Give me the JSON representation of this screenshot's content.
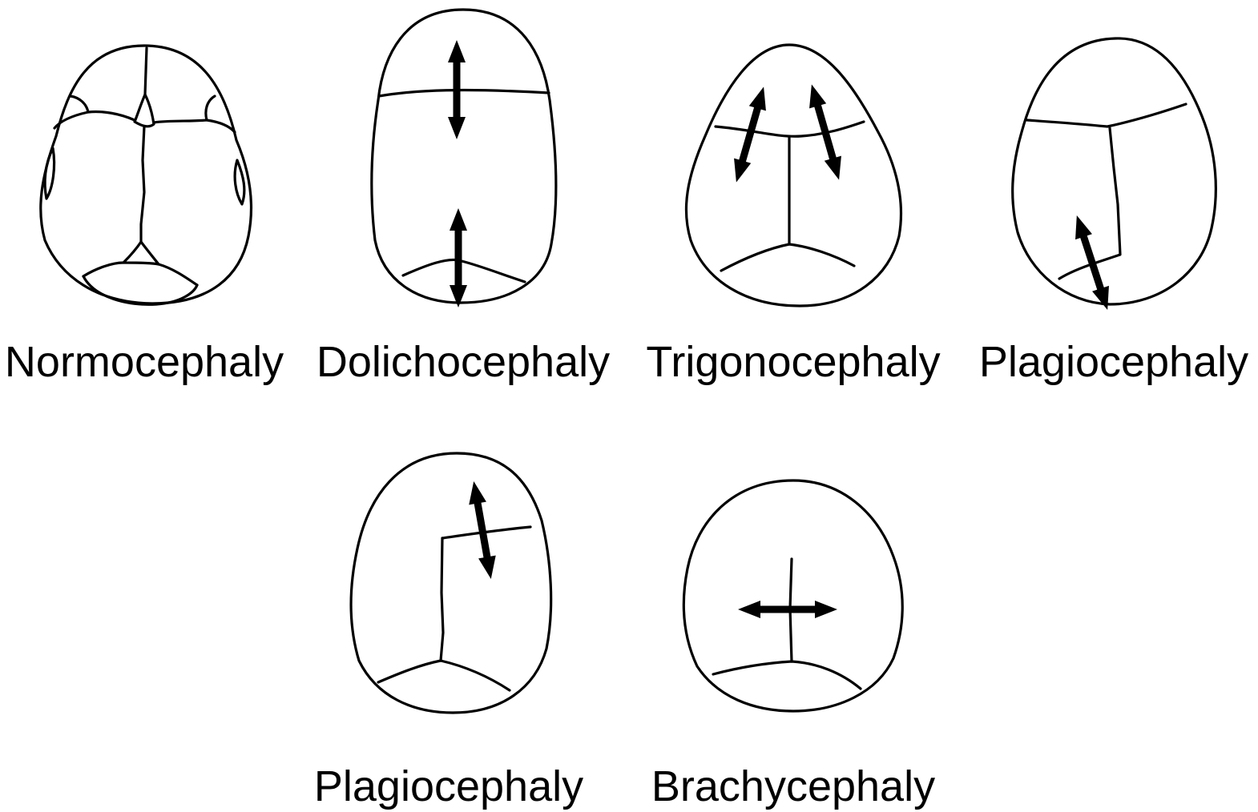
{
  "figure": {
    "captions": {
      "normocephaly": "Normocephaly",
      "dolichocephaly": "Dolichocephaly",
      "trigonocephaly": "Trigonocephaly",
      "plagiocephaly_top": "Plagiocephaly",
      "plagiocephaly_bottom": "Plagiocephaly",
      "brachycephaly": "Brachycephaly"
    },
    "colors": {
      "line": "#000000",
      "background": "#ffffff"
    },
    "icons": [
      "double-headed-arrow-icon"
    ]
  }
}
